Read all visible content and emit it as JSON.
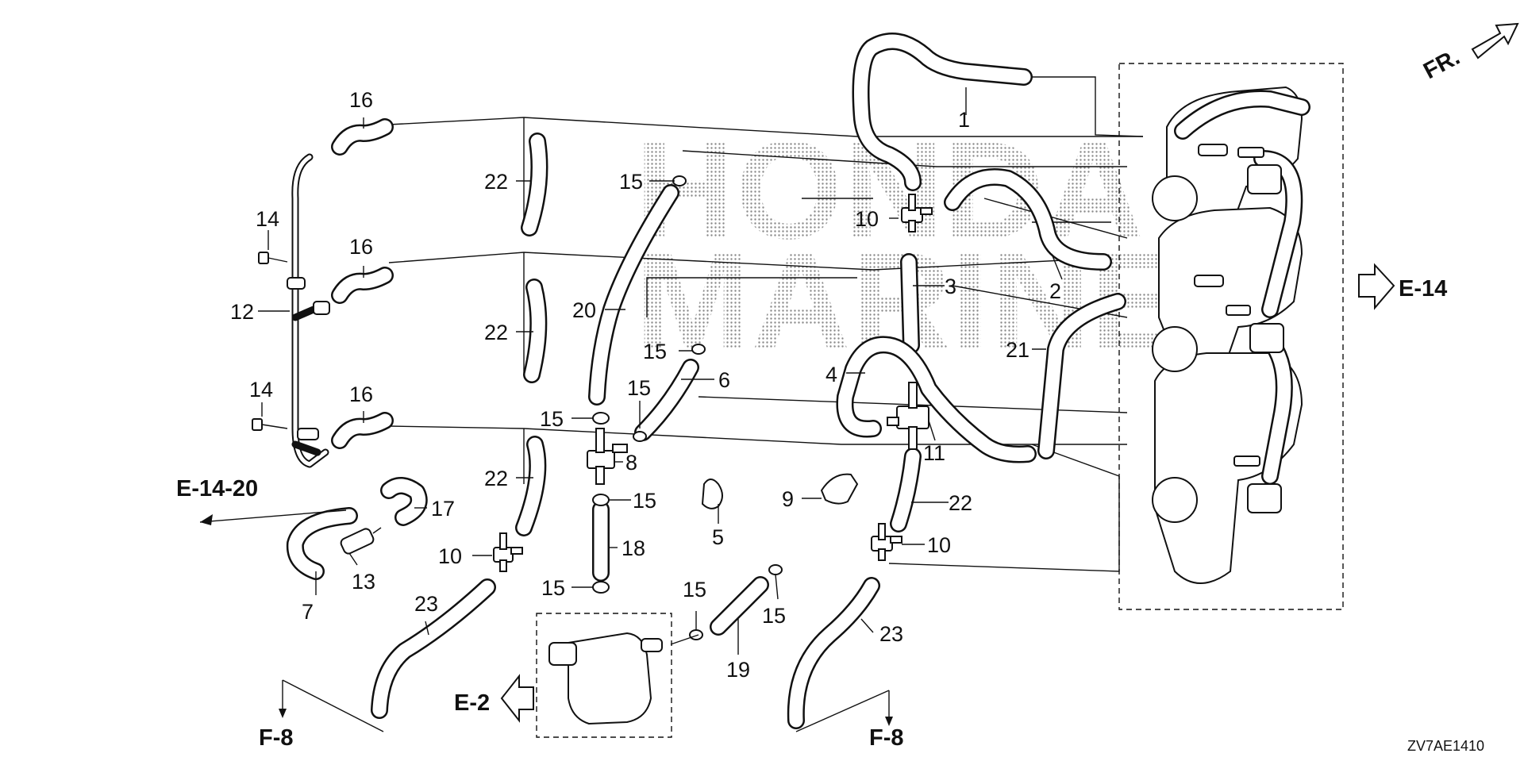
{
  "watermark": {
    "line1": "HONDA",
    "line2": "MARINE"
  },
  "direction_label": "FR.",
  "diagram_code": "ZV7AE1410",
  "references": {
    "e14": "E-14",
    "e14_20": "E-14-20",
    "e2": "E-2",
    "f8_left": "F-8",
    "f8_right": "F-8"
  },
  "callouts": {
    "c1": "1",
    "c2": "2",
    "c3": "3",
    "c4": "4",
    "c5": "5",
    "c6": "6",
    "c7": "7",
    "c8": "8",
    "c9": "9",
    "c10a": "10",
    "c10b": "10",
    "c10c": "10",
    "c11": "11",
    "c12": "12",
    "c13": "13",
    "c14a": "14",
    "c14b": "14",
    "c15a": "15",
    "c15b": "15",
    "c15c": "15",
    "c15d": "15",
    "c15e": "15",
    "c15f": "15",
    "c15g": "15",
    "c15h": "15",
    "c16a": "16",
    "c16b": "16",
    "c16c": "16",
    "c17": "17",
    "c18": "18",
    "c19": "19",
    "c20": "20",
    "c21": "21",
    "c22a": "22",
    "c22b": "22",
    "c22c": "22",
    "c22d": "22",
    "c23a": "23",
    "c23b": "23"
  }
}
